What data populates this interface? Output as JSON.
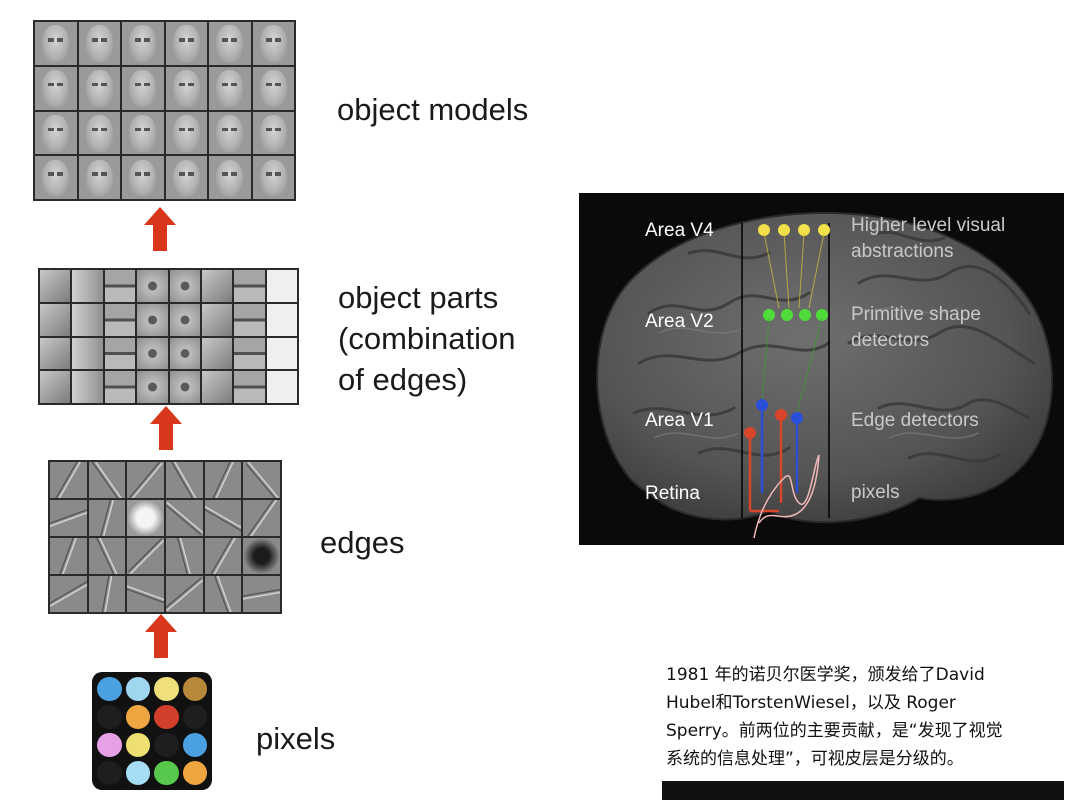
{
  "hierarchy": {
    "object_models_label": "object models",
    "object_parts_label_lines": [
      "object parts",
      "(combination",
      "of edges)"
    ],
    "edges_label": "edges",
    "pixels_label": "pixels"
  },
  "brain": {
    "areas": [
      {
        "name": "Area V4",
        "desc_lines": [
          "Higher level visual",
          "abstractions"
        ],
        "node_color": "#f2e14a"
      },
      {
        "name": "Area V2",
        "desc_lines": [
          "Primitive shape",
          "detectors"
        ],
        "node_color": "#4fdc3a"
      },
      {
        "name": "Area V1",
        "desc_lines": [
          "Edge detectors"
        ],
        "node_color": "#2a4fd8"
      },
      {
        "name": "Retina",
        "desc_lines": [
          "pixels"
        ],
        "node_color": "#d9452b"
      }
    ]
  },
  "caption": {
    "lines": [
      "1981 年的诺贝尔医学奖，颁发给了David",
      "Hubel和TorstenWiesel，以及 Roger",
      "Sperry。前两位的主要贡献，是“发现了视觉",
      "系统的信息处理”，可视皮层是分级的。"
    ]
  },
  "pixel_colors": [
    "#4aa0e0",
    "#9fd6f0",
    "#f0e07a",
    "#b8893a",
    "#1e1e1e",
    "#f0a640",
    "#d2402c",
    "#1e1e1e",
    "#e6a0e6",
    "#eee070",
    "#1e1e1e",
    "#4aa0e0",
    "#1e1e1e",
    "#a6dcf4",
    "#58c84c",
    "#f0a640"
  ],
  "arrow_color": "#d9371c"
}
